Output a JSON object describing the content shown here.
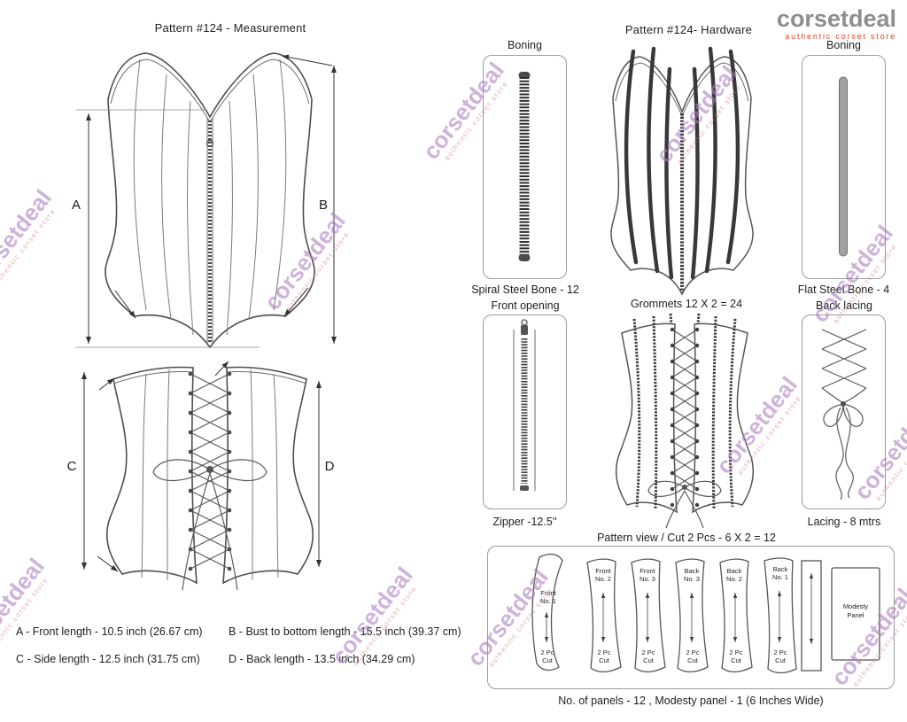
{
  "logo": {
    "name": "corsetdeal",
    "tagline": "authentic corset store"
  },
  "watermark": {
    "name": "corsetdeal",
    "tagline": "authentic corset store"
  },
  "measurement": {
    "title": "Pattern #124 -  Measurement",
    "labels": {
      "a": "A",
      "b": "B",
      "c": "C",
      "d": "D"
    },
    "notes": [
      "A - Front length - 10.5 inch (26.67 cm)",
      "B - Bust to bottom length - 15.5 inch (39.37 cm)",
      "C - Side length - 12.5 inch (31.75 cm)",
      "D - Back length - 13.5 inch (34.29 cm)"
    ]
  },
  "hardware": {
    "title": "Pattern #124-  Hardware",
    "boning_spiral": {
      "label": "Boning",
      "caption": "Spiral Steel Bone - 12"
    },
    "boning_flat": {
      "label": "Boning",
      "caption": "Flat Steel Bone - 4"
    },
    "front_opening": {
      "label": "Front opening",
      "caption": "Zipper -12.5''"
    },
    "grommets_label": "Grommets 12 X 2 = 24",
    "back_lacing": {
      "label": "Back lacing",
      "caption": "Lacing - 8 mtrs"
    },
    "pattern_view": {
      "title": "Pattern view  /  Cut 2 Pcs - 6 X 2 = 12",
      "panels": [
        {
          "name_lines": [
            "Front",
            "No. 1"
          ],
          "cut_lines": [
            "2 Pc",
            "Cut"
          ]
        },
        {
          "name_lines": [
            "Front",
            "No. 2"
          ],
          "cut_lines": [
            "2 Pc",
            "Cut"
          ]
        },
        {
          "name_lines": [
            "Front",
            "No. 3"
          ],
          "cut_lines": [
            "2 Pc",
            "Cut"
          ]
        },
        {
          "name_lines": [
            "Back",
            "No. 3"
          ],
          "cut_lines": [
            "2 Pc",
            "Cut"
          ]
        },
        {
          "name_lines": [
            "Back",
            "No. 2"
          ],
          "cut_lines": [
            "2 Pc",
            "Cut"
          ]
        },
        {
          "name_lines": [
            "Back",
            "No. 1"
          ],
          "cut_lines": [
            "2 Pc",
            "Cut"
          ]
        },
        {
          "name_lines": [
            "Modesty",
            "Panel"
          ]
        }
      ],
      "footnote": "No. of panels - 12  , Modesty panel - 1 (6 Inches Wide)"
    }
  }
}
